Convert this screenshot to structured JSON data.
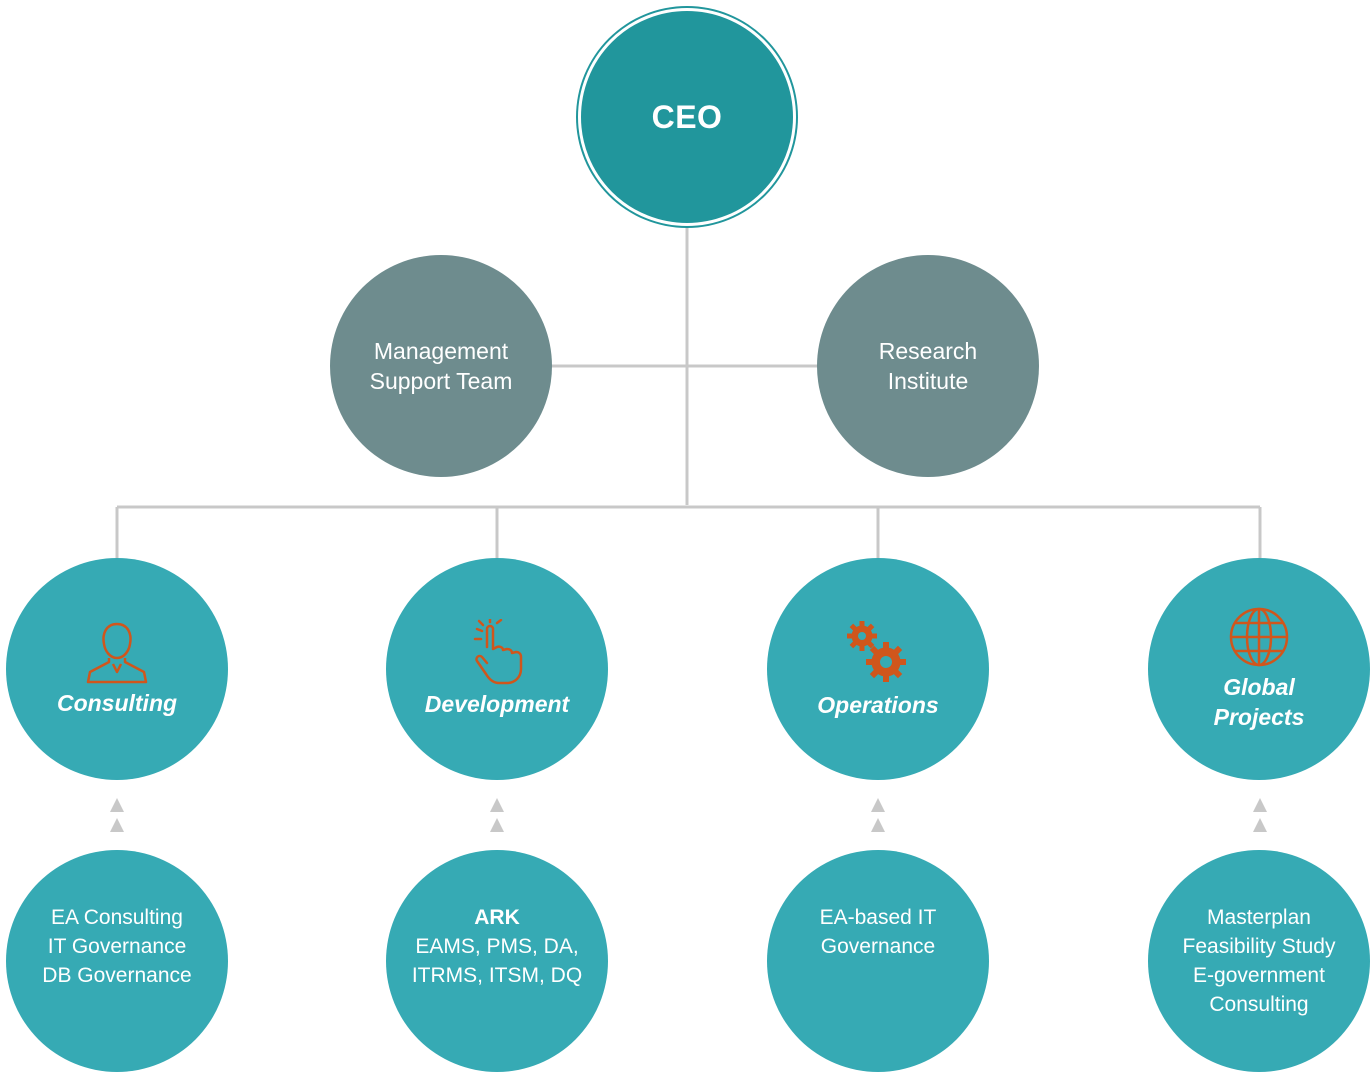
{
  "ceo": {
    "label": "CEO"
  },
  "staff": [
    {
      "lines": [
        "Management",
        "Support Team"
      ]
    },
    {
      "lines": [
        "Research",
        "Institute"
      ]
    }
  ],
  "departments": [
    {
      "title_lines": [
        "Consulting"
      ],
      "icon": "person-icon"
    },
    {
      "title_lines": [
        "Development"
      ],
      "icon": "hand-click-icon"
    },
    {
      "title_lines": [
        "Operations"
      ],
      "icon": "gears-icon"
    },
    {
      "title_lines": [
        "Global",
        "Projects"
      ],
      "icon": "globe-icon"
    }
  ],
  "details": [
    {
      "bold": "",
      "lines": [
        "EA Consulting",
        "IT Governance",
        "DB Governance"
      ]
    },
    {
      "bold": "ARK",
      "lines": [
        "EAMS, PMS, DA,",
        "ITRMS, ITSM, DQ"
      ]
    },
    {
      "bold": "",
      "lines": [
        "EA-based IT",
        "Governance"
      ]
    },
    {
      "bold": "",
      "lines": [
        "Masterplan",
        "Feasibility Study",
        "E-government",
        "Consulting"
      ]
    }
  ],
  "colors": {
    "ceo": "#21969c",
    "staff": "#6e8c8e",
    "department": "#36aab4",
    "icon_accent": "#d0561c",
    "connector": "#c8c8c8"
  }
}
